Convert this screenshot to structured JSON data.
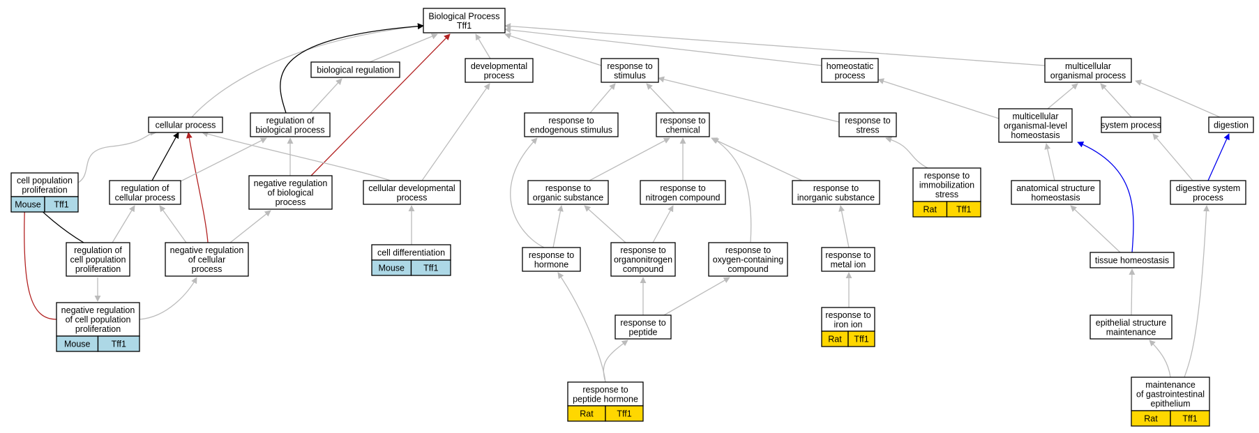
{
  "colors": {
    "grey_edge": "#bbbbbb",
    "black_edge": "#000000",
    "red_edge": "#b22222",
    "blue_edge": "#0000ee",
    "mouse_fill": "#add8e6",
    "rat_fill": "#ffd700"
  },
  "nodes": {
    "root": [
      "Biological Process",
      "Tff1"
    ],
    "biological_regulation": [
      "biological regulation"
    ],
    "developmental_process": [
      "developmental",
      "process"
    ],
    "response_to_stimulus": [
      "response to",
      "stimulus"
    ],
    "homeostatic_process": [
      "homeostatic",
      "process"
    ],
    "multicellular_organismal_process": [
      "multicellular",
      "organismal process"
    ],
    "cellular_process": [
      "cellular process"
    ],
    "regulation_of_biological_process": [
      "regulation of",
      "biological process"
    ],
    "response_to_endogenous_stimulus": [
      "response to",
      "endogenous stimulus"
    ],
    "response_to_chemical": [
      "response to",
      "chemical"
    ],
    "response_to_stress": [
      "response to",
      "stress"
    ],
    "multicellular_organismal_level_homeostasis": [
      "multicellular",
      "organismal-level",
      "homeostasis"
    ],
    "system_process": [
      "system process"
    ],
    "digestion": [
      "digestion"
    ],
    "cell_population_proliferation": [
      "cell population",
      "proliferation"
    ],
    "regulation_of_cellular_process": [
      "regulation of",
      "cellular process"
    ],
    "negative_regulation_of_biological_process": [
      "negative regulation",
      "of biological",
      "process"
    ],
    "cellular_developmental_process": [
      "cellular developmental",
      "process"
    ],
    "response_to_organic_substance": [
      "response to",
      "organic substance"
    ],
    "response_to_nitrogen_compound": [
      "response to",
      "nitrogen compound"
    ],
    "response_to_inorganic_substance": [
      "response to",
      "inorganic substance"
    ],
    "response_to_immobilization_stress": [
      "response to",
      "immobilization",
      "stress"
    ],
    "anatomical_structure_homeostasis": [
      "anatomical structure",
      "homeostasis"
    ],
    "digestive_system_process": [
      "digestive system",
      "process"
    ],
    "regulation_of_cell_population_proliferation": [
      "regulation of",
      "cell population",
      "proliferation"
    ],
    "negative_regulation_of_cellular_process": [
      "negative regulation",
      "of cellular",
      "process"
    ],
    "cell_differentiation": [
      "cell differentiation"
    ],
    "response_to_hormone": [
      "response to",
      "hormone"
    ],
    "response_to_organonitrogen_compound": [
      "response to",
      "organonitrogen",
      "compound"
    ],
    "response_to_oxygen_containing_compound": [
      "response to",
      "oxygen-containing",
      "compound"
    ],
    "response_to_metal_ion": [
      "response to",
      "metal ion"
    ],
    "tissue_homeostasis": [
      "tissue homeostasis"
    ],
    "negative_regulation_of_cell_population_proliferation": [
      "negative regulation",
      "of cell population",
      "proliferation"
    ],
    "response_to_peptide": [
      "response to",
      "peptide"
    ],
    "response_to_iron_ion": [
      "response to",
      "iron ion"
    ],
    "epithelial_structure_maintenance": [
      "epithelial structure",
      "maintenance"
    ],
    "response_to_peptide_hormone": [
      "response to",
      "peptide hormone"
    ],
    "maintenance_of_gastrointestinal_epithelium": [
      "maintenance",
      "of gastrointestinal",
      "epithelium"
    ]
  },
  "annotations": {
    "cell_population_proliferation": {
      "species": "Mouse",
      "gene": "Tff1"
    },
    "cell_differentiation": {
      "species": "Mouse",
      "gene": "Tff1"
    },
    "negative_regulation_of_cell_population_proliferation": {
      "species": "Mouse",
      "gene": "Tff1"
    },
    "response_to_immobilization_stress": {
      "species": "Rat",
      "gene": "Tff1"
    },
    "response_to_iron_ion": {
      "species": "Rat",
      "gene": "Tff1"
    },
    "response_to_peptide_hormone": {
      "species": "Rat",
      "gene": "Tff1"
    },
    "maintenance_of_gastrointestinal_epithelium": {
      "species": "Rat",
      "gene": "Tff1"
    }
  },
  "edges": [
    {
      "from": "cellular_process",
      "to": "root",
      "kind": "is_a"
    },
    {
      "from": "regulation_of_biological_process",
      "to": "root",
      "kind": "regulates"
    },
    {
      "from": "biological_regulation",
      "to": "root",
      "kind": "is_a"
    },
    {
      "from": "negative_regulation_of_biological_process",
      "to": "root",
      "kind": "negatively_regulates"
    },
    {
      "from": "developmental_process",
      "to": "root",
      "kind": "is_a"
    },
    {
      "from": "response_to_stimulus",
      "to": "root",
      "kind": "is_a"
    },
    {
      "from": "homeostatic_process",
      "to": "root",
      "kind": "is_a"
    },
    {
      "from": "multicellular_organismal_process",
      "to": "root",
      "kind": "is_a"
    },
    {
      "from": "regulation_of_biological_process",
      "to": "biological_regulation",
      "kind": "is_a"
    },
    {
      "from": "cellular_developmental_process",
      "to": "developmental_process",
      "kind": "is_a"
    },
    {
      "from": "response_to_endogenous_stimulus",
      "to": "response_to_stimulus",
      "kind": "is_a"
    },
    {
      "from": "response_to_chemical",
      "to": "response_to_stimulus",
      "kind": "is_a"
    },
    {
      "from": "response_to_stress",
      "to": "response_to_stimulus",
      "kind": "is_a"
    },
    {
      "from": "multicellular_organismal_level_homeostasis",
      "to": "homeostatic_process",
      "kind": "is_a"
    },
    {
      "from": "multicellular_organismal_level_homeostasis",
      "to": "multicellular_organismal_process",
      "kind": "is_a"
    },
    {
      "from": "system_process",
      "to": "multicellular_organismal_process",
      "kind": "is_a"
    },
    {
      "from": "digestion",
      "to": "multicellular_organismal_process",
      "kind": "is_a"
    },
    {
      "from": "cell_population_proliferation",
      "to": "cellular_process",
      "kind": "is_a"
    },
    {
      "from": "regulation_of_cellular_process",
      "to": "cellular_process",
      "kind": "regulates"
    },
    {
      "from": "negative_regulation_of_cellular_process",
      "to": "cellular_process",
      "kind": "negatively_regulates"
    },
    {
      "from": "cellular_developmental_process",
      "to": "cellular_process",
      "kind": "is_a"
    },
    {
      "from": "regulation_of_cellular_process",
      "to": "regulation_of_biological_process",
      "kind": "is_a"
    },
    {
      "from": "negative_regulation_of_biological_process",
      "to": "regulation_of_biological_process",
      "kind": "is_a"
    },
    {
      "from": "response_to_hormone",
      "to": "response_to_endogenous_stimulus",
      "kind": "is_a"
    },
    {
      "from": "response_to_organic_substance",
      "to": "response_to_chemical",
      "kind": "is_a"
    },
    {
      "from": "response_to_nitrogen_compound",
      "to": "response_to_chemical",
      "kind": "is_a"
    },
    {
      "from": "response_to_inorganic_substance",
      "to": "response_to_chemical",
      "kind": "is_a"
    },
    {
      "from": "response_to_oxygen_containing_compound",
      "to": "response_to_chemical",
      "kind": "is_a"
    },
    {
      "from": "response_to_immobilization_stress",
      "to": "response_to_stress",
      "kind": "is_a"
    },
    {
      "from": "anatomical_structure_homeostasis",
      "to": "multicellular_organismal_level_homeostasis",
      "kind": "is_a"
    },
    {
      "from": "tissue_homeostasis",
      "to": "multicellular_organismal_level_homeostasis",
      "kind": "part_of"
    },
    {
      "from": "digestive_system_process",
      "to": "system_process",
      "kind": "is_a"
    },
    {
      "from": "digestive_system_process",
      "to": "digestion",
      "kind": "part_of"
    },
    {
      "from": "regulation_of_cell_population_proliferation",
      "to": "cell_population_proliferation",
      "kind": "regulates"
    },
    {
      "from": "negative_regulation_of_cell_population_proliferation",
      "to": "cell_population_proliferation",
      "kind": "negatively_regulates"
    },
    {
      "from": "regulation_of_cell_population_proliferation",
      "to": "regulation_of_cellular_process",
      "kind": "is_a"
    },
    {
      "from": "negative_regulation_of_cellular_process",
      "to": "regulation_of_cellular_process",
      "kind": "is_a"
    },
    {
      "from": "negative_regulation_of_cellular_process",
      "to": "negative_regulation_of_biological_process",
      "kind": "is_a"
    },
    {
      "from": "cell_differentiation",
      "to": "cellular_developmental_process",
      "kind": "is_a"
    },
    {
      "from": "response_to_hormone",
      "to": "response_to_organic_substance",
      "kind": "is_a"
    },
    {
      "from": "response_to_organonitrogen_compound",
      "to": "response_to_organic_substance",
      "kind": "is_a"
    },
    {
      "from": "response_to_organonitrogen_compound",
      "to": "response_to_nitrogen_compound",
      "kind": "is_a"
    },
    {
      "from": "response_to_metal_ion",
      "to": "response_to_inorganic_substance",
      "kind": "is_a"
    },
    {
      "from": "tissue_homeostasis",
      "to": "anatomical_structure_homeostasis",
      "kind": "is_a"
    },
    {
      "from": "maintenance_of_gastrointestinal_epithelium",
      "to": "digestive_system_process",
      "kind": "is_a"
    },
    {
      "from": "regulation_of_cell_population_proliferation",
      "to": "negative_regulation_of_cell_population_proliferation",
      "kind": "is_a",
      "reversed": true
    },
    {
      "from": "negative_regulation_of_cell_population_proliferation",
      "to": "negative_regulation_of_cellular_process",
      "kind": "is_a"
    },
    {
      "from": "response_to_iron_ion",
      "to": "response_to_metal_ion",
      "kind": "is_a"
    },
    {
      "from": "epithelial_structure_maintenance",
      "to": "tissue_homeostasis",
      "kind": "is_a"
    },
    {
      "from": "response_to_peptide",
      "to": "response_to_organonitrogen_compound",
      "kind": "is_a"
    },
    {
      "from": "response_to_peptide",
      "to": "response_to_oxygen_containing_compound",
      "kind": "is_a"
    },
    {
      "from": "response_to_peptide_hormone",
      "to": "response_to_hormone",
      "kind": "is_a"
    },
    {
      "from": "response_to_peptide_hormone",
      "to": "response_to_peptide",
      "kind": "is_a"
    },
    {
      "from": "maintenance_of_gastrointestinal_epithelium",
      "to": "epithelial_structure_maintenance",
      "kind": "is_a"
    }
  ]
}
